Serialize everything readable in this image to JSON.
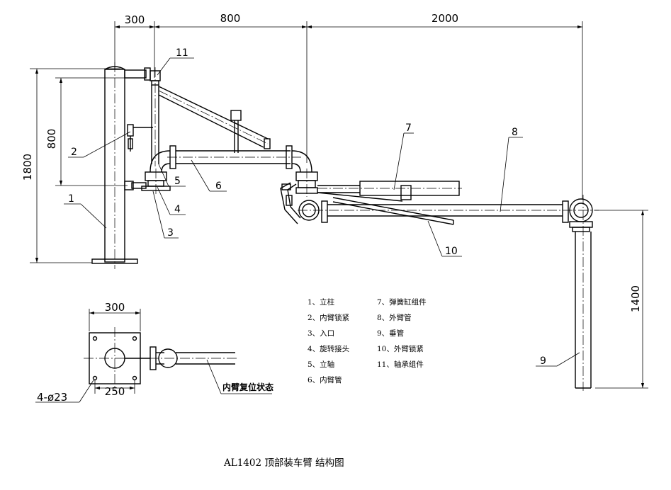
{
  "dimensions": {
    "top_300": "300",
    "top_800": "800",
    "top_2000": "2000",
    "left_1800": "1800",
    "left_800": "800",
    "right_1400": "1400",
    "plan_300": "300",
    "plan_250": "250",
    "bolt_holes": "4-ø23"
  },
  "callouts": [
    "1",
    "2",
    "3",
    "4",
    "5",
    "6",
    "7",
    "8",
    "9",
    "10",
    "11"
  ],
  "legend": [
    "1、立柱",
    "2、内臂锁紧",
    "3、入口",
    "4、旋转接头",
    "5、立轴",
    "6、内臂管",
    "7、弹簧缸组件",
    "8、外臂管",
    "9、垂管",
    "10、外臂锁紧",
    "11、轴承组件"
  ],
  "plan_note": "内臂复位状态",
  "caption": "AL1402 顶部装车臂 结构图"
}
